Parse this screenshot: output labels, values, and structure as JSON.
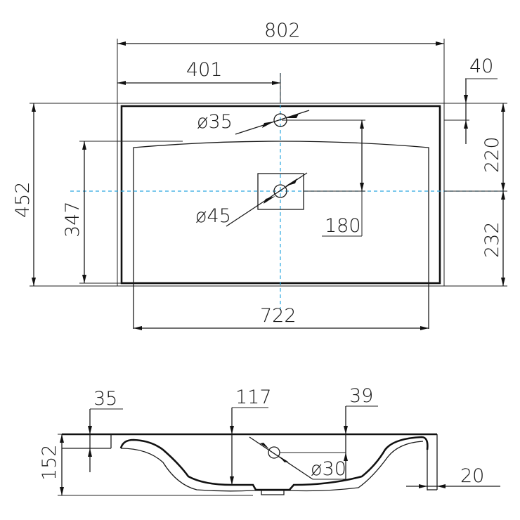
{
  "top_view": {
    "overall_width": "802",
    "half_width": "401",
    "tap_hole_diameter": "ø35",
    "tap_offset": "40",
    "tap_to_center": "220",
    "center_to_front": "232",
    "overall_depth": "452",
    "bowl_depth": "347",
    "drain_diameter": "ø45",
    "drain_offset": "180",
    "bowl_width": "722"
  },
  "side_view": {
    "rim_thickness": "35",
    "bowl_depth": "117",
    "overflow_offset": "39",
    "overall_height": "152",
    "overflow_diameter": "ø30",
    "skirt_thickness": "20"
  },
  "colors": {
    "outline": "#1a1a1a",
    "centerline": "#2aa7e0"
  }
}
